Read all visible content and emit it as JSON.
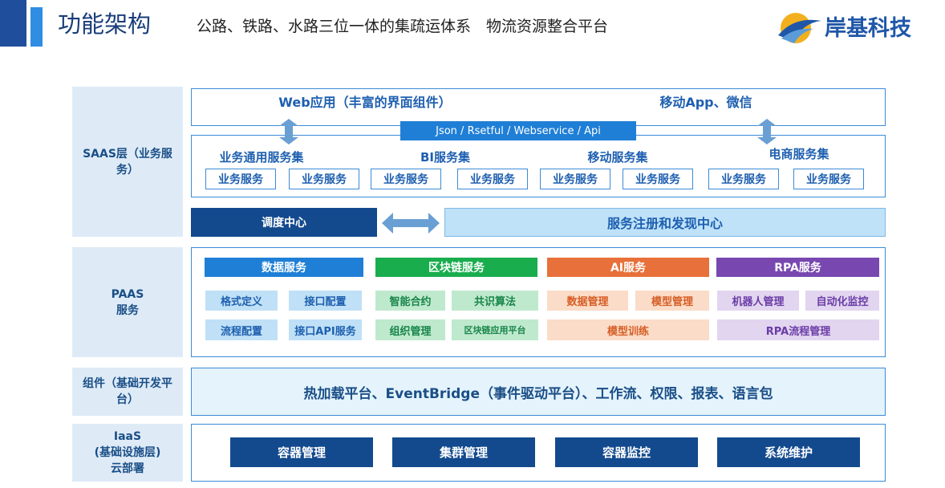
{
  "header": {
    "title": "功能架构",
    "subtitle": "公路、铁路、水路三位一体的集疏运体系　物流资源整合平台",
    "logo_text": "岸基科技"
  },
  "layers": {
    "saas": "SAAS层（业务服务）",
    "paas": "PAAS\n服务",
    "component": "组件（基础开发平台）",
    "iaas": "IaaS\n(基础设施层)\n云部署"
  },
  "saas": {
    "web_app": "Web应用（丰富的界面组件）",
    "mobile_app": "移动App、微信",
    "api_bar": "Json  /  Rsetful  /  Webservice  /  Api",
    "service_sets": [
      {
        "title": "业务通用服务集",
        "items": [
          "业务服务",
          "业务服务"
        ]
      },
      {
        "title": "BI服务集",
        "items": [
          "业务服务",
          "业务服务"
        ]
      },
      {
        "title": "移动服务集",
        "items": [
          "业务服务",
          "业务服务"
        ]
      },
      {
        "title": "电商服务集",
        "items": [
          "业务服务",
          "业务服务"
        ]
      }
    ],
    "dispatch_center": "调度中心",
    "registry_center": "服务注册和发现中心"
  },
  "paas": {
    "groups": [
      {
        "title": "数据服务",
        "items": [
          "格式定义",
          "接口配置",
          "流程配置",
          "接口API服务"
        ]
      },
      {
        "title": "区块链服务",
        "items": [
          "智能合约",
          "共识算法",
          "组织管理",
          "区块链应用平台"
        ]
      },
      {
        "title": "AI服务",
        "items": [
          "数据管理",
          "模型管理",
          "模型训练"
        ]
      },
      {
        "title": "RPA服务",
        "items": [
          "机器人管理",
          "自动化监控",
          "RPA流程管理"
        ]
      }
    ]
  },
  "component": {
    "text": "热加载平台、EventBridge（事件驱动平台）、工作流、权限、报表、语言包"
  },
  "iaas": {
    "items": [
      "容器管理",
      "集群管理",
      "容器监控",
      "系统维护"
    ]
  },
  "colors": {
    "dark_blue": "#134a8e",
    "accent_blue": "#1f7fd6",
    "data_service": "#1f7fd6",
    "blockchain": "#19ad4e",
    "ai": "#e8703a",
    "rpa": "#7848b0"
  }
}
